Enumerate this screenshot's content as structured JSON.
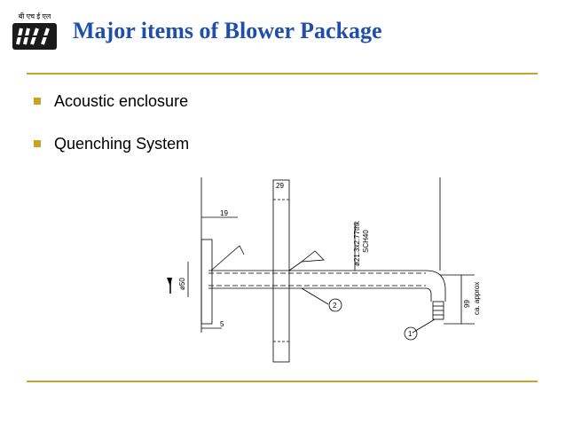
{
  "header": {
    "logo_text": "बी एच ई एल",
    "logo_mark": "bhel",
    "title": "Major items of Blower Package"
  },
  "bullets": [
    {
      "label": "Acoustic enclosure"
    },
    {
      "label": "Quenching System"
    }
  ],
  "drawing": {
    "dim_top": "29",
    "dim_left_top": "19",
    "dim_diameter": "ø50",
    "dim_bottom": "5",
    "pipe_spec_1": "ø21.3x2.77thk",
    "pipe_spec_2": "SCH40",
    "callout_2": "2",
    "callout_1": "1",
    "dim_right_value": "99",
    "dim_right_note": "ca. approx"
  },
  "colors": {
    "title": "#1f4fa8",
    "accent_rule": "#c9a227",
    "bullet": "#c9a227"
  }
}
